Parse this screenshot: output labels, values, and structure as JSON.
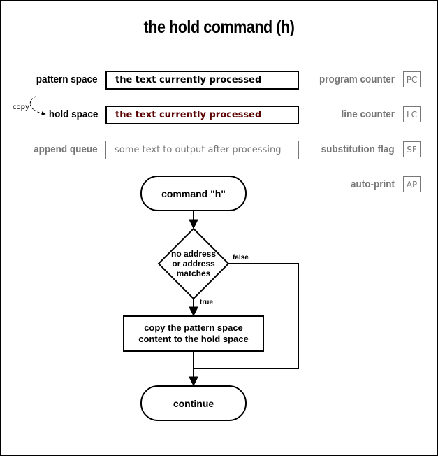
{
  "title": "the hold command (h)",
  "state": {
    "pattern_space": {
      "label": "pattern space",
      "value": "the text currently processed"
    },
    "hold_space": {
      "label": "hold space",
      "value": "the text currently processed",
      "value_color": "#5a0000"
    },
    "append_queue": {
      "label": "append queue",
      "value": "some text to output after processing"
    },
    "copy_label": "copy"
  },
  "registers": [
    {
      "label": "program counter",
      "abbr": "PC"
    },
    {
      "label": "line counter",
      "abbr": "LC"
    },
    {
      "label": "substitution flag",
      "abbr": "SF"
    },
    {
      "label": "auto-print",
      "abbr": "AP"
    }
  ],
  "flowchart": {
    "start": "command \"h\"",
    "decision": [
      "no address",
      "or address",
      "matches"
    ],
    "true_label": "true",
    "false_label": "false",
    "action": [
      "copy the pattern space",
      "content to the hold space"
    ],
    "end": "continue"
  }
}
